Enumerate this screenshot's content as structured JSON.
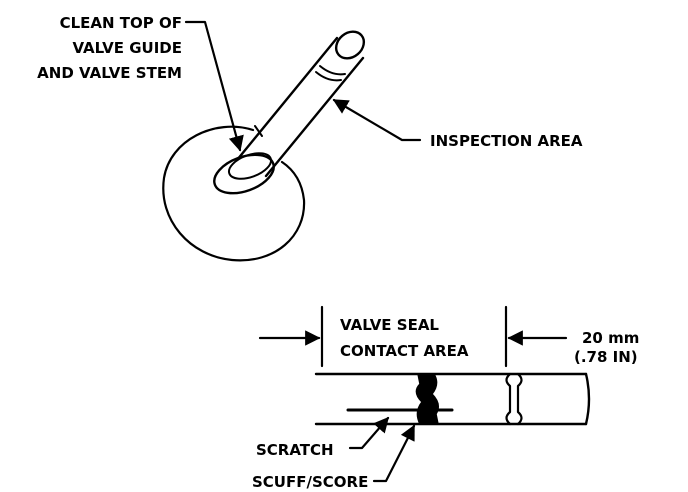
{
  "labels": {
    "clean_top_line1": "CLEAN TOP OF",
    "clean_top_line2": "VALVE GUIDE",
    "clean_top_line3": "AND VALVE STEM",
    "inspection_area": "INSPECTION AREA",
    "seal_contact_line1": "VALVE SEAL",
    "seal_contact_line2": "CONTACT AREA",
    "dimension_metric": "20 mm",
    "dimension_imperial": "(.78 IN)",
    "scratch": "SCRATCH",
    "scuff_score": "SCUFF/SCORE"
  },
  "colors": {
    "ink": "#000000",
    "background": "#ffffff"
  }
}
